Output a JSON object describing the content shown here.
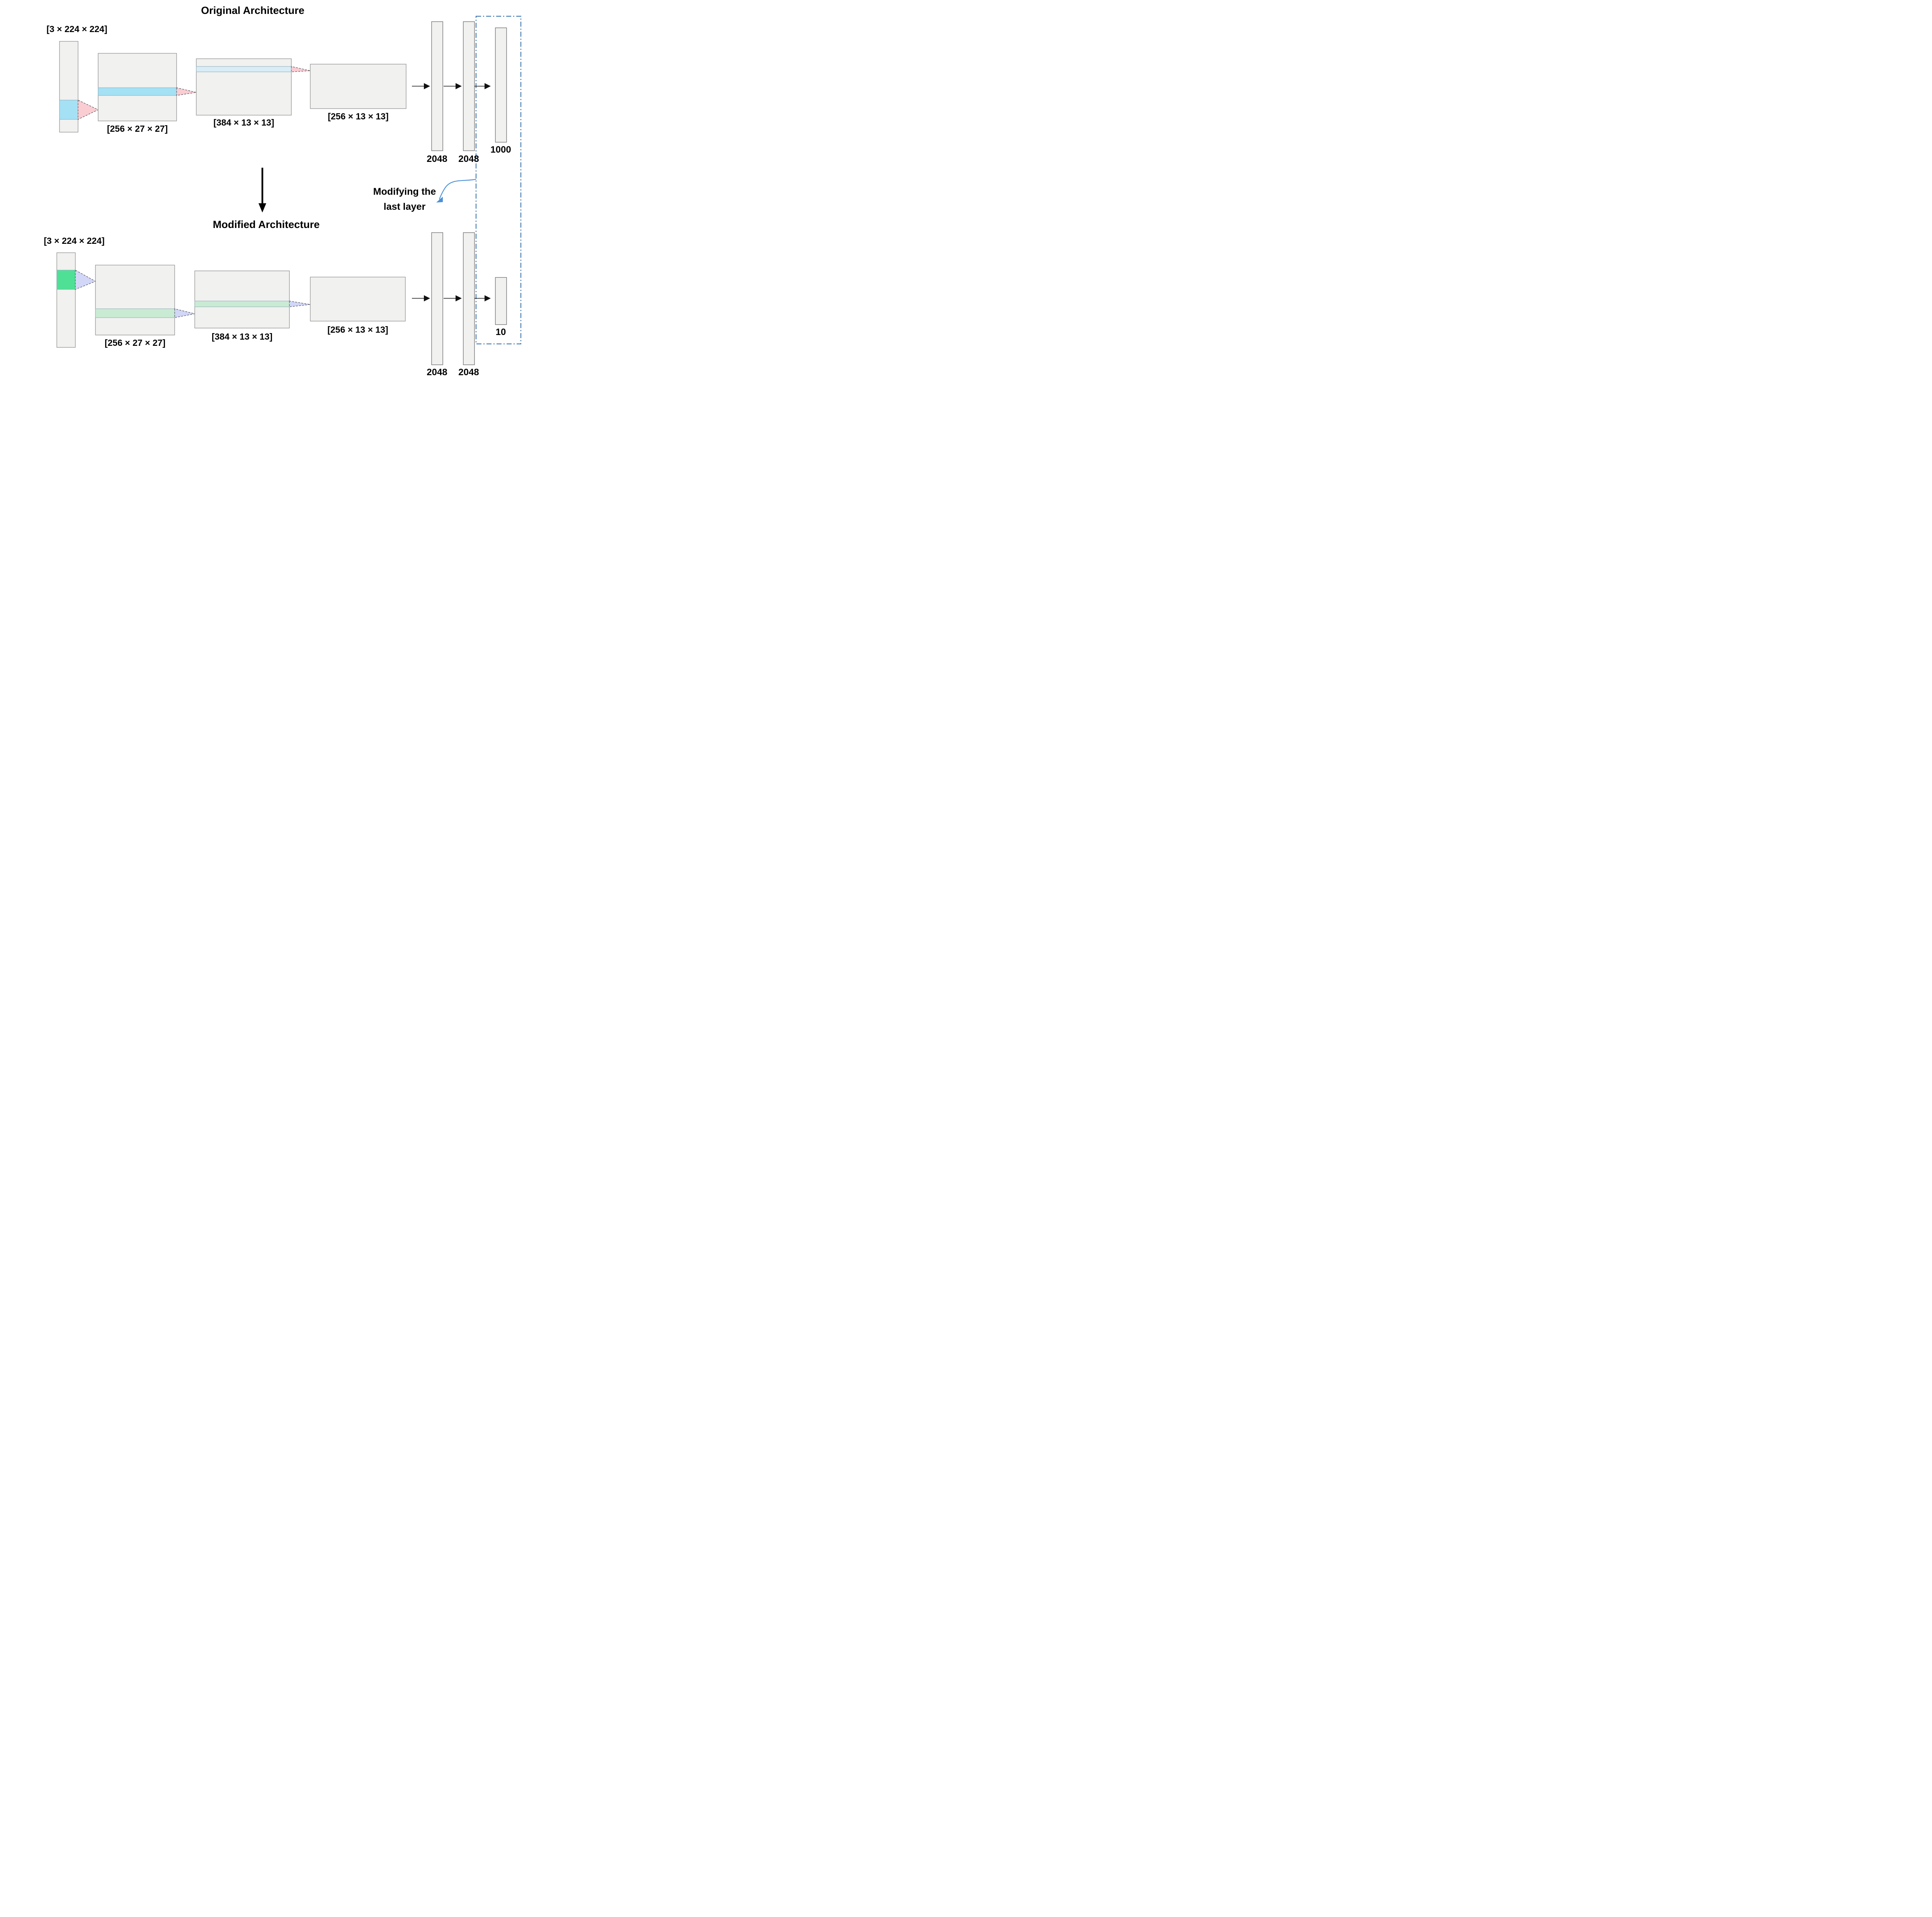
{
  "titles": {
    "original": "Original Architecture",
    "modified": "Modified Architecture"
  },
  "annotation": {
    "line1": "Modifying the",
    "line2": "last layer"
  },
  "original": {
    "input_label": "[3 × 224 × 224]",
    "conv1_label": "[256 × 27 × 27]",
    "conv2_label": "[384 × 13 × 13]",
    "conv3_label": "[256 × 13 × 13]",
    "fc1_label": "2048",
    "fc2_label": "2048",
    "output_label": "1000"
  },
  "modified": {
    "input_label": "[3 × 224 × 224]",
    "conv1_label": "[256 × 27 × 27]",
    "conv2_label": "[384 × 13 × 13]",
    "conv3_label": "[256 × 13 × 13]",
    "fc1_label": "2048",
    "fc2_label": "2048",
    "output_label": "10"
  },
  "colors": {
    "box_fill": "#f1f1f0",
    "box_stroke": "#8f8f8f",
    "bar_stroke": "#7a7a7a",
    "band_stroke": "#8aa8b5",
    "cyan": "#a5e1f4",
    "cyan_light": "#d9edf7",
    "green": "#4fe096",
    "green_light": "#c9ebd4",
    "pink": "#f9cdd2",
    "lavender": "#d2d6f7",
    "tri_stroke": "#4d4d55",
    "dashed_blue": "#2e6da8",
    "curve_blue": "#4a90d9",
    "arrow_black": "#111111"
  }
}
